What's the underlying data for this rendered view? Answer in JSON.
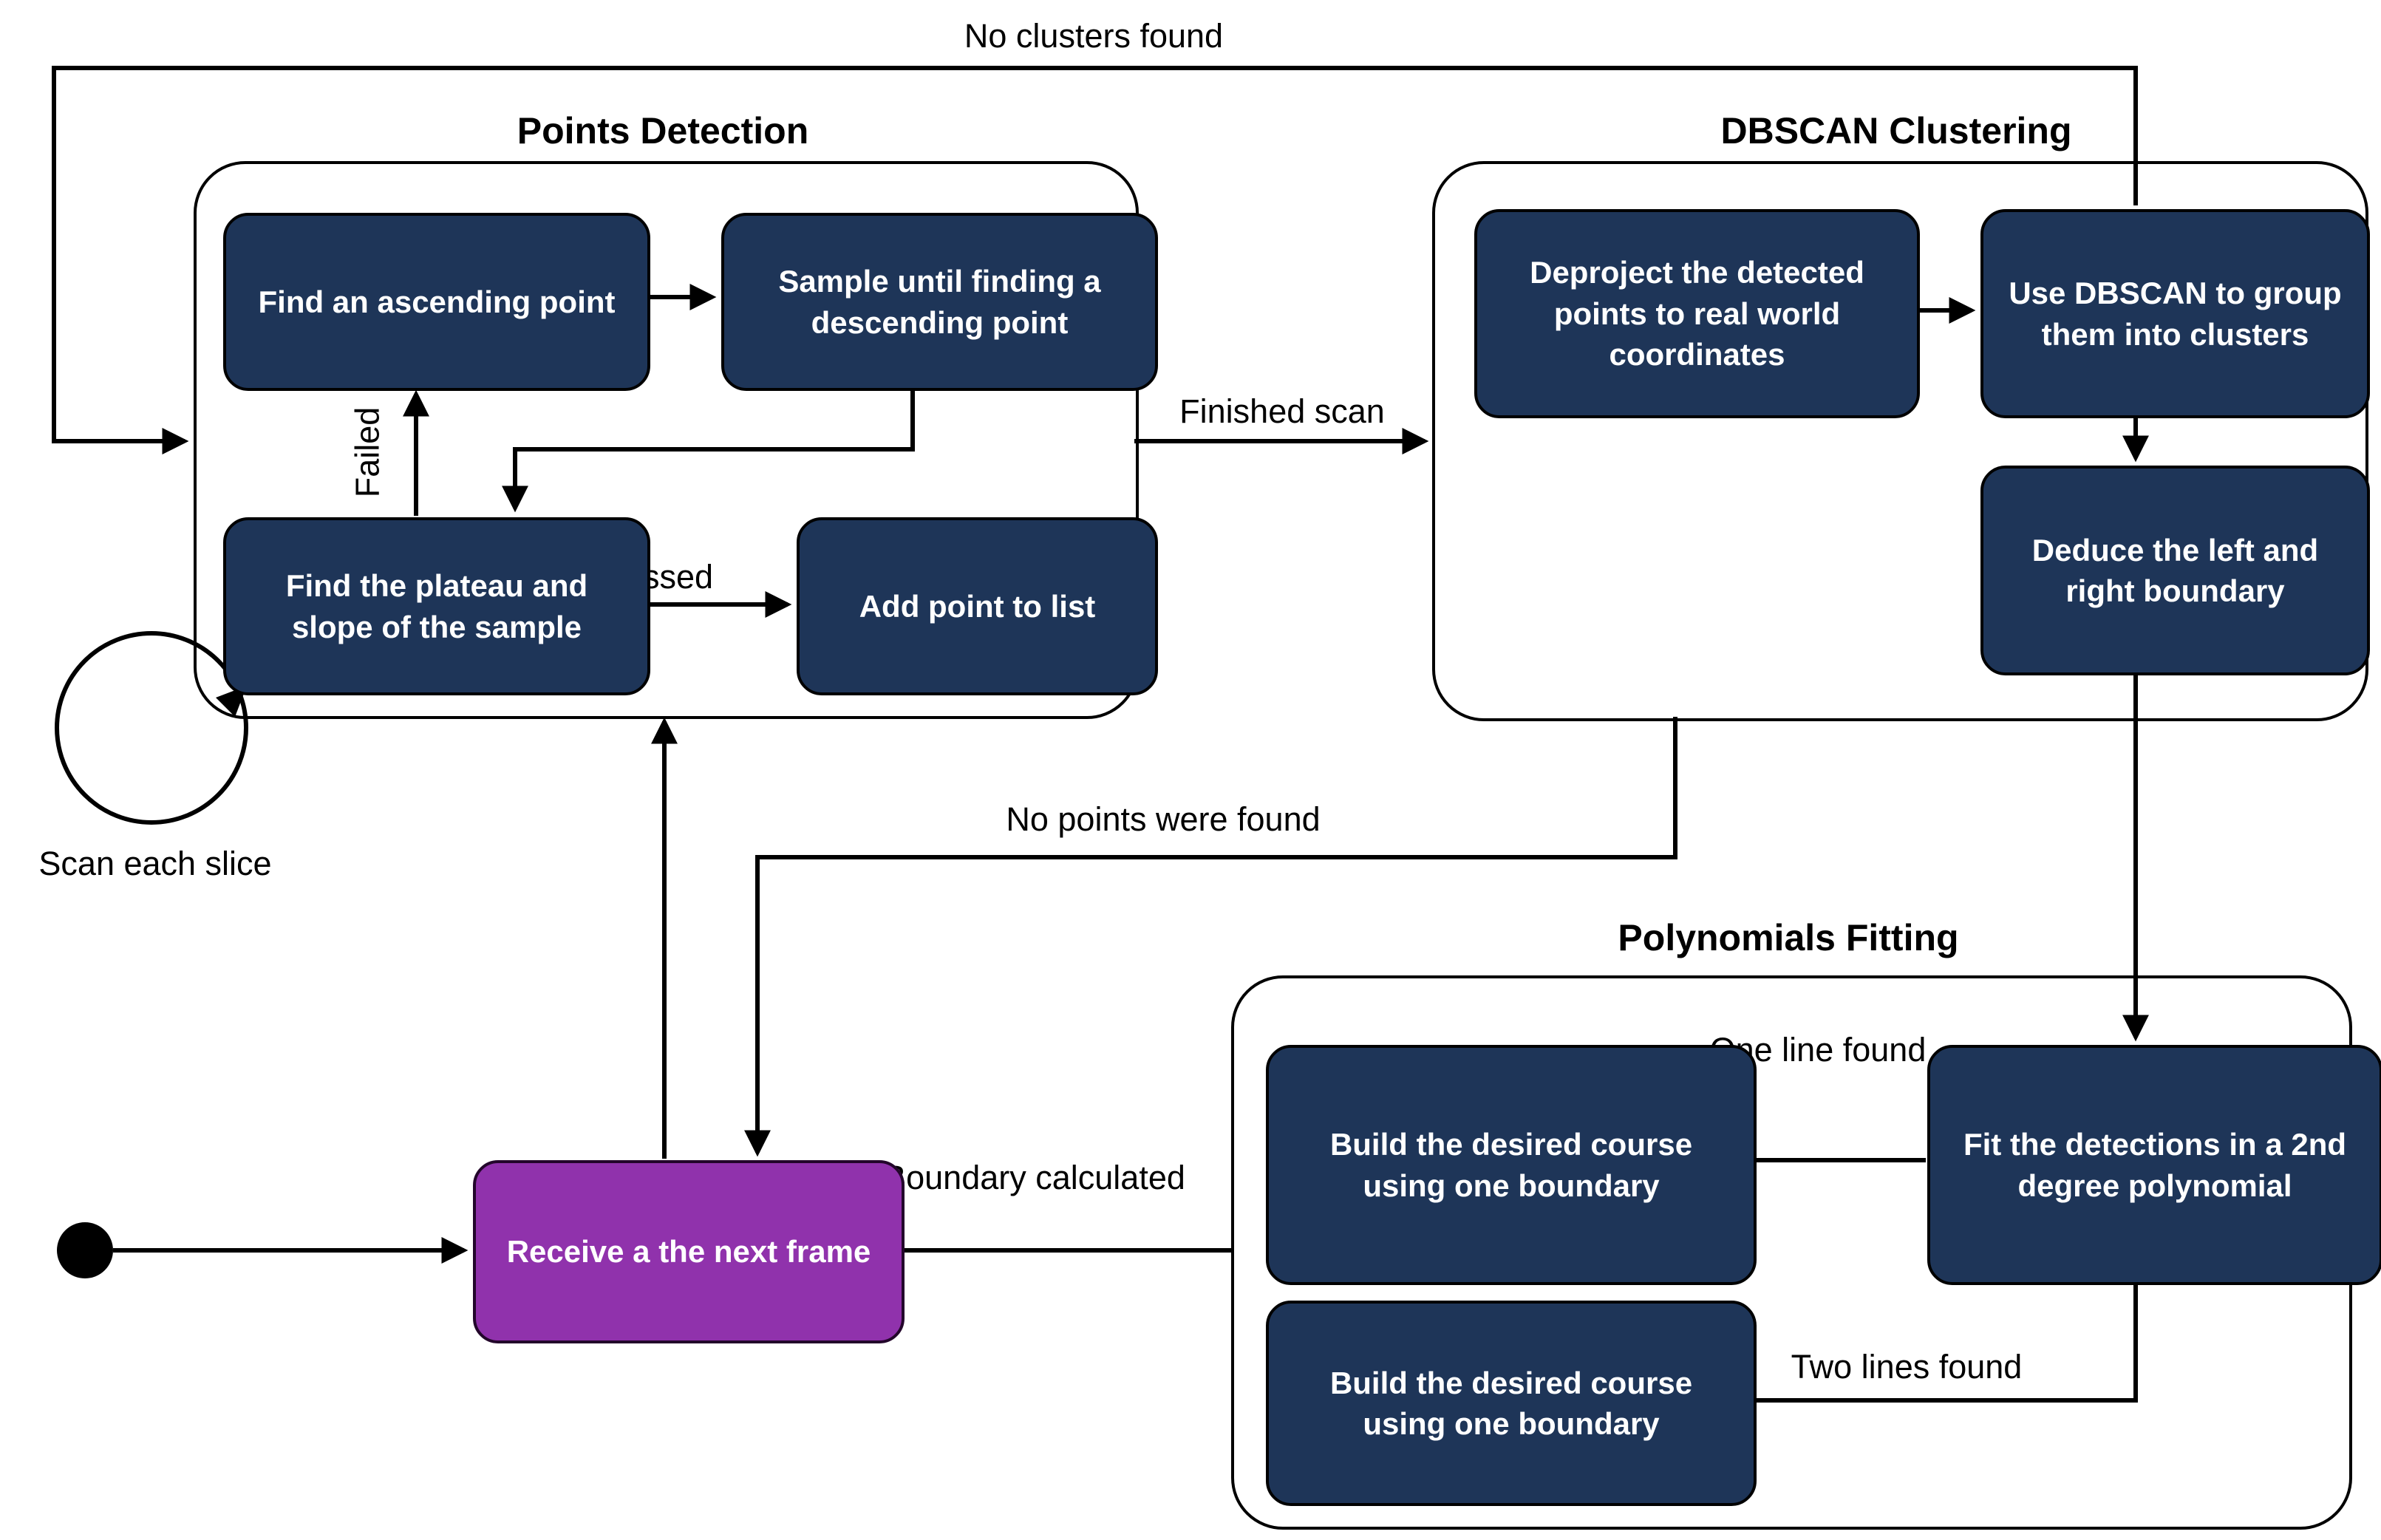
{
  "colors": {
    "node_fill": "#1e3558",
    "node_text": "#ffffff",
    "start_state_fill": "#9032ac",
    "line_color": "#000000",
    "background": "#ffffff"
  },
  "groups": {
    "points_detection": {
      "title": "Points Detection"
    },
    "dbscan_clustering": {
      "title": "DBSCAN Clustering"
    },
    "polynomials_fitting": {
      "title": "Polynomials Fitting"
    }
  },
  "nodes": {
    "find_ascending": {
      "label": "Find an ascending point"
    },
    "sample_until": {
      "label": "Sample until finding a descending point"
    },
    "find_plateau": {
      "label": "Find the plateau and slope of the sample"
    },
    "add_point": {
      "label": "Add point to list"
    },
    "deproject": {
      "label": "Deproject the detected points to real world coordinates"
    },
    "use_dbscan": {
      "label": "Use DBSCAN to group them into clusters"
    },
    "deduce_boundary": {
      "label": "Deduce the left and right boundary"
    },
    "build_course_one_line": {
      "label": "Build the desired course using one boundary"
    },
    "fit_polynomial": {
      "label": "Fit the detections in a 2nd degree polynomial"
    },
    "build_course_two_lines": {
      "label": "Build the desired course using one boundary"
    },
    "receive_frame": {
      "label": "Receive a the next frame"
    }
  },
  "edge_labels": {
    "no_clusters_found": "No clusters found",
    "finished_scan": "Finished scan",
    "failed": "Failed",
    "passed": "Passed",
    "no_points_were_found": "No points were found",
    "scan_each_slice": "Scan each slice",
    "one_line_found": "One line found",
    "two_lines_found": "Two lines found",
    "boundary_calculated": "Boundary calculated"
  }
}
